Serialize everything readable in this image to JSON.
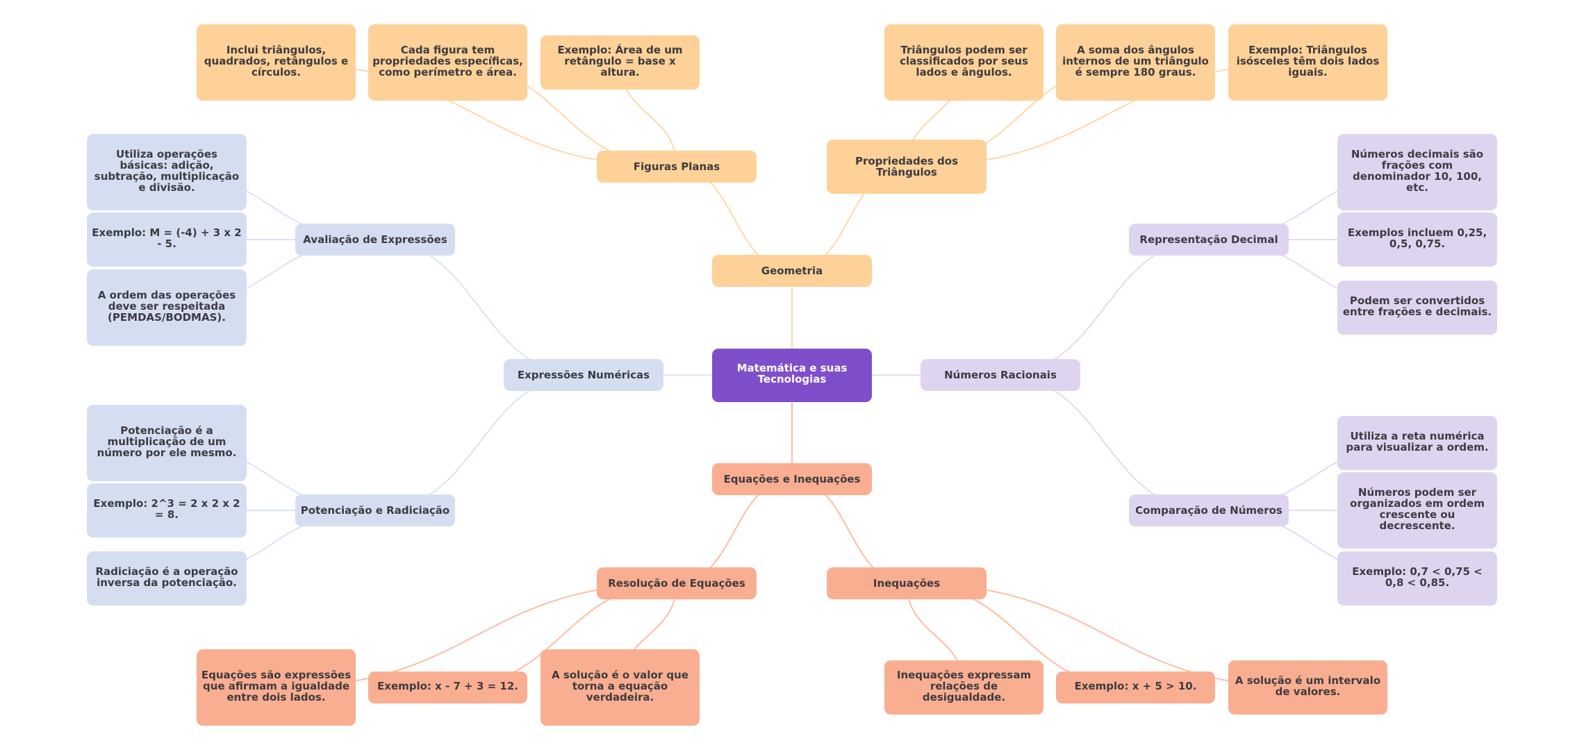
{
  "title": "Matemática e suas Tecnologias",
  "colors": {
    "root": "#7f4fcb",
    "geometria": "#fdd198",
    "expressoes": "#d5def1",
    "racionais": "#dfd4f0",
    "equacoes": "#f9ae91",
    "edge_geometria": "#fdd9ab",
    "edge_expressoes": "#dbe3f4",
    "edge_racionais": "#e4dbf3",
    "edge_equacoes": "#f9bea7",
    "text": "#3d3b40",
    "root_text": "#ffffff"
  },
  "root": {
    "id": "root",
    "label": "Matemática e suas Tecnologias"
  },
  "branches": {
    "geometria": {
      "id": "geometria",
      "label": "Geometria",
      "topics": [
        {
          "id": "figuras",
          "label": "Figuras Planas",
          "leaves": [
            {
              "id": "fig1",
              "label": "Inclui triângulos, quadrados, retângulos e círculos."
            },
            {
              "id": "fig2",
              "label": "Cada figura tem propriedades específicas, como perímetro e área."
            },
            {
              "id": "fig3",
              "label": "Exemplo: Área de um retângulo = base x altura."
            }
          ]
        },
        {
          "id": "propriedades",
          "label": "Propriedades dos Triângulos",
          "leaves": [
            {
              "id": "tri1",
              "label": "Triângulos podem ser classificados por seus lados e ângulos."
            },
            {
              "id": "tri2",
              "label": "A soma dos ângulos internos de um triângulo é sempre 180 graus."
            },
            {
              "id": "tri3",
              "label": "Exemplo: Triângulos isósceles têm dois lados iguais."
            }
          ]
        }
      ]
    },
    "expressoes": {
      "id": "expressoes",
      "label": "Expressões Numéricas",
      "topics": [
        {
          "id": "avaliacao",
          "label": "Avaliação de Expressões",
          "leaves": [
            {
              "id": "ava1",
              "label": "Utiliza operações básicas: adição, subtração, multiplicação e divisão."
            },
            {
              "id": "ava2",
              "label": "Exemplo: M = (-4) + 3 x 2 - 5."
            },
            {
              "id": "ava3",
              "label": "A ordem das operações deve ser respeitada (PEMDAS/BODMAS)."
            }
          ]
        },
        {
          "id": "potenciacao",
          "label": "Potenciação e Radiciação",
          "leaves": [
            {
              "id": "pot1",
              "label": "Potenciação é a multiplicação de um número por ele mesmo."
            },
            {
              "id": "pot2",
              "label": "Exemplo: 2^3 = 2 x 2 x 2 = 8."
            },
            {
              "id": "pot3",
              "label": "Radiciação é a operação inversa da potenciação."
            }
          ]
        }
      ]
    },
    "racionais": {
      "id": "racionais",
      "label": "Números Racionais",
      "topics": [
        {
          "id": "decimal",
          "label": "Representação Decimal",
          "leaves": [
            {
              "id": "dec1",
              "label": "Números decimais são frações com denominador 10, 100, etc."
            },
            {
              "id": "dec2",
              "label": "Exemplos incluem 0,25, 0,5, 0,75."
            },
            {
              "id": "dec3",
              "label": "Podem ser convertidos entre frações e decimais."
            }
          ]
        },
        {
          "id": "comparacao",
          "label": "Comparação de Números",
          "leaves": [
            {
              "id": "cmp1",
              "label": "Utiliza a reta numérica para visualizar a ordem."
            },
            {
              "id": "cmp2",
              "label": "Números podem ser organizados em ordem crescente ou decrescente."
            },
            {
              "id": "cmp3",
              "label": "Exemplo: 0,7 < 0,75 < 0,8 < 0,85."
            }
          ]
        }
      ]
    },
    "equacoes": {
      "id": "equacoes",
      "label": "Equações e Inequações",
      "topics": [
        {
          "id": "resolucao",
          "label": "Resolução de Equações",
          "leaves": [
            {
              "id": "res1",
              "label": "Equações são expressões que afirmam a igualdade entre dois lados."
            },
            {
              "id": "res2",
              "label": "Exemplo: x - 7 + 3 = 12."
            },
            {
              "id": "res3",
              "label": "A solução é o valor que torna a equação verdadeira."
            }
          ]
        },
        {
          "id": "inequacoes",
          "label": "Inequações",
          "leaves": [
            {
              "id": "ine1",
              "label": "Inequações expressam relações de desigualdade."
            },
            {
              "id": "ine2",
              "label": "Exemplo: x + 5 > 10."
            },
            {
              "id": "ine3",
              "label": "A solução é um intervalo de valores."
            }
          ]
        }
      ]
    }
  }
}
